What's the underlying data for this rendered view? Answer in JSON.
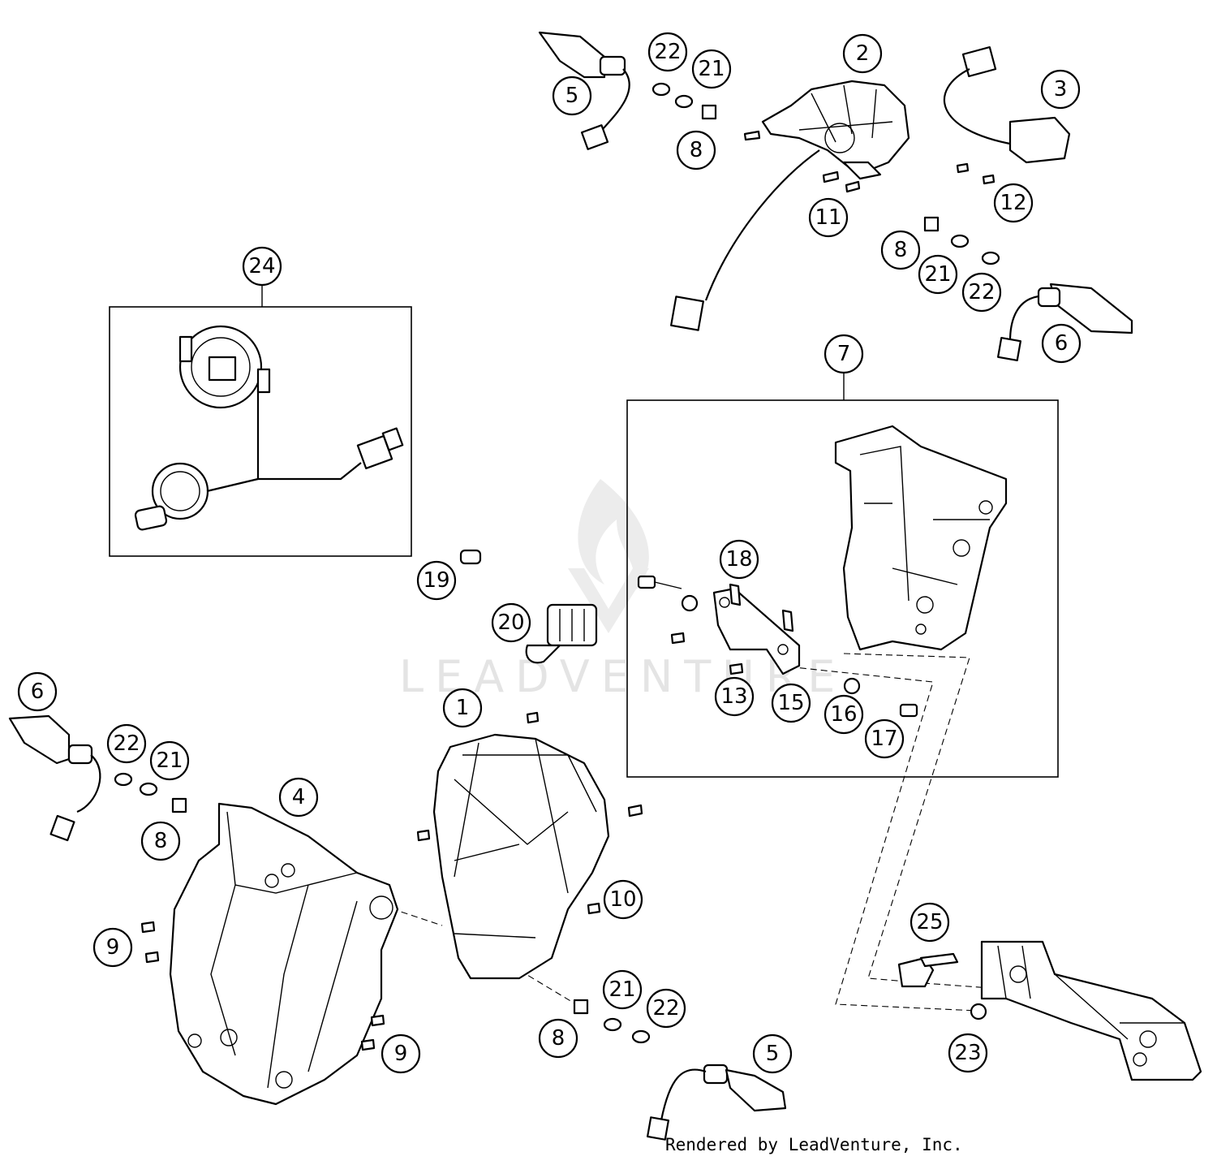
{
  "watermark_text": "LEADVENTURE",
  "footer_text": "Rendered by LeadVenture, Inc.",
  "callouts": [
    "1",
    "2",
    "3",
    "4",
    "5",
    "5",
    "6",
    "6",
    "7",
    "8",
    "8",
    "8",
    "8",
    "9",
    "9",
    "10",
    "11",
    "12",
    "13",
    "15",
    "16",
    "17",
    "18",
    "19",
    "20",
    "21",
    "21",
    "21",
    "21",
    "22",
    "22",
    "22",
    "22",
    "23",
    "24",
    "25"
  ]
}
